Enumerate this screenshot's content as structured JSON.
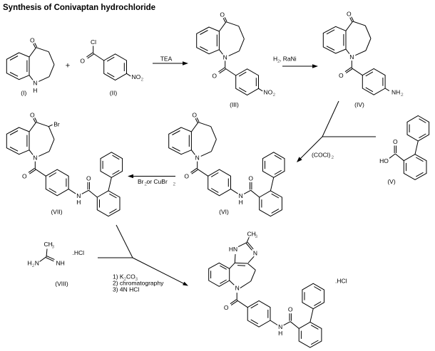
{
  "title": "Synthesis of Conivaptan hydrochloride",
  "operators": {
    "plus": "+"
  },
  "atom": {
    "O": "O",
    "N": "N",
    "H": "H",
    "Cl": "Cl",
    "Br": "Br",
    "HO": "HO",
    "HN": "HN",
    "NH": "NH",
    "NO": "NO",
    "CH": "CH",
    "sub2": "2",
    "sub3": "3",
    "HCl": ".HCl"
  },
  "compound_labels": {
    "c1": "(I)",
    "c2": "(II)",
    "c3": "(III)",
    "c4": "(IV)",
    "c5": "(V)",
    "c6": "(VI)",
    "c7": "(VII)",
    "c8": "(VIII)"
  },
  "reagents": {
    "tea": "TEA",
    "h": "H",
    "raNi": ", RaNi",
    "cocl": "(COCl)",
    "br": "Br",
    "orCuBr": " or CuBr",
    "cond1a": "1) K",
    "cond1b": "CO",
    "cond2": "2) chromatography",
    "cond3": "3) 4N HCl"
  },
  "colors": {
    "ink": "#000000",
    "background": "#ffffff",
    "subscript": "#666666"
  }
}
